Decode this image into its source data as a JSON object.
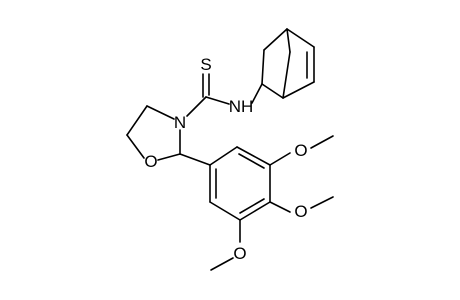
{
  "colors": {
    "background": "#ffffff",
    "ink": "#000000"
  },
  "atoms": {
    "S": "S",
    "NH": "NH",
    "N": "N",
    "O_ring": "O",
    "O_methoxy_top": "O",
    "O_methoxy_mid": "O",
    "O_methoxy_bottom": "O"
  }
}
